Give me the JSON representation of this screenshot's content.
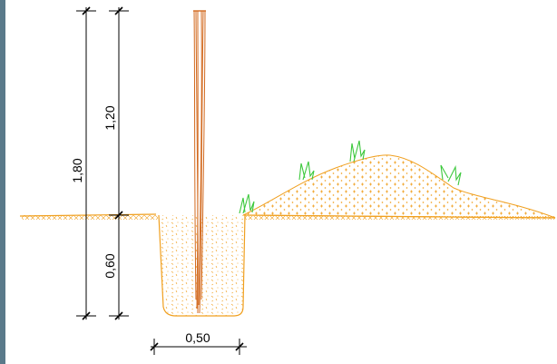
{
  "colors": {
    "soil": "#f0a020",
    "post": "#d2691e",
    "grass": "#3cc83c",
    "dimension": "#000000",
    "left_edge": "#5a7a8a"
  },
  "dimensions": {
    "total_height": "1,80",
    "above_ground": "1,20",
    "depth": "0,60",
    "hole_width": "0,50"
  }
}
